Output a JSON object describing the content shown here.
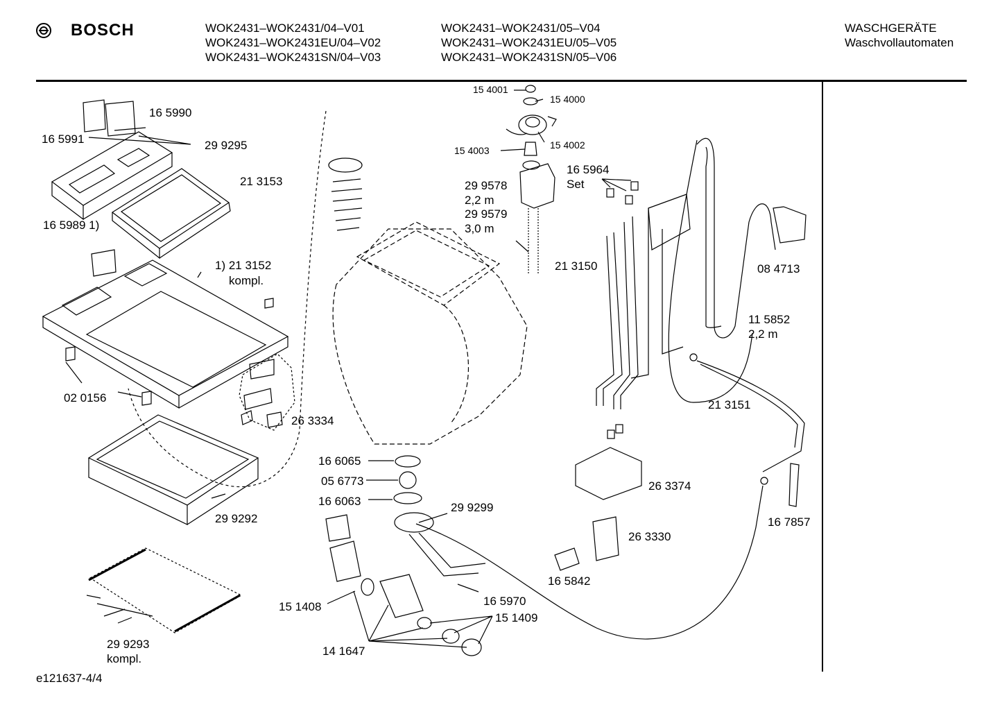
{
  "header": {
    "brand": "BOSCH",
    "models_left": [
      "WOK2431–WOK2431/04–V01",
      "WOK2431–WOK2431EU/04–V02",
      "WOK2431–WOK2431SN/04–V03"
    ],
    "models_right": [
      "WOK2431–WOK2431/05–V04",
      "WOK2431–WOK2431EU/05–V05",
      "WOK2431–WOK2431SN/05–V06"
    ],
    "category": "WASCHGERÄTE",
    "subcategory": "Waschvollautomaten"
  },
  "parts": [
    {
      "id": "p165990",
      "text": "16 5990"
    },
    {
      "id": "p165991",
      "text": "16 5991"
    },
    {
      "id": "p299295",
      "text": "29 9295"
    },
    {
      "id": "p213153",
      "text": "21 3153"
    },
    {
      "id": "p165989",
      "text": "16 5989 1)"
    },
    {
      "id": "p213152a",
      "text": "1) 21 3152"
    },
    {
      "id": "p213152b",
      "text": "kompl."
    },
    {
      "id": "p020156",
      "text": "02 0156"
    },
    {
      "id": "p263334",
      "text": "26 3334"
    },
    {
      "id": "p299292",
      "text": "29 9292"
    },
    {
      "id": "p299293a",
      "text": "29 9293"
    },
    {
      "id": "p299293b",
      "text": "kompl."
    },
    {
      "id": "p154001",
      "text": "15 4001"
    },
    {
      "id": "p154000",
      "text": "15 4000"
    },
    {
      "id": "p154003",
      "text": "15 4003"
    },
    {
      "id": "p154002",
      "text": "15 4002"
    },
    {
      "id": "p299578",
      "text": "29 9578"
    },
    {
      "id": "p22m",
      "text": "2,2 m"
    },
    {
      "id": "p299579",
      "text": "29 9579"
    },
    {
      "id": "p30m",
      "text": "3,0 m"
    },
    {
      "id": "p166065",
      "text": "16 6065"
    },
    {
      "id": "p056773",
      "text": "05 6773"
    },
    {
      "id": "p166063",
      "text": "16 6063"
    },
    {
      "id": "p299299",
      "text": "29 9299"
    },
    {
      "id": "p151408",
      "text": "15 1408"
    },
    {
      "id": "p165970",
      "text": "16 5970"
    },
    {
      "id": "p151409",
      "text": "15 1409"
    },
    {
      "id": "p141647",
      "text": "14 1647"
    },
    {
      "id": "p165964",
      "text": "16 5964"
    },
    {
      "id": "pSet",
      "text": "Set"
    },
    {
      "id": "p213150",
      "text": "21 3150"
    },
    {
      "id": "p084713",
      "text": "08 4713"
    },
    {
      "id": "p115852",
      "text": "11 5852"
    },
    {
      "id": "p22m2",
      "text": "2,2 m"
    },
    {
      "id": "p213151",
      "text": "21 3151"
    },
    {
      "id": "p263374",
      "text": "26 3374"
    },
    {
      "id": "p167857",
      "text": "16 7857"
    },
    {
      "id": "p263330",
      "text": "26 3330"
    },
    {
      "id": "p165842",
      "text": "16 5842"
    }
  ],
  "footer": {
    "drawing_id": "e121637-4/4"
  }
}
